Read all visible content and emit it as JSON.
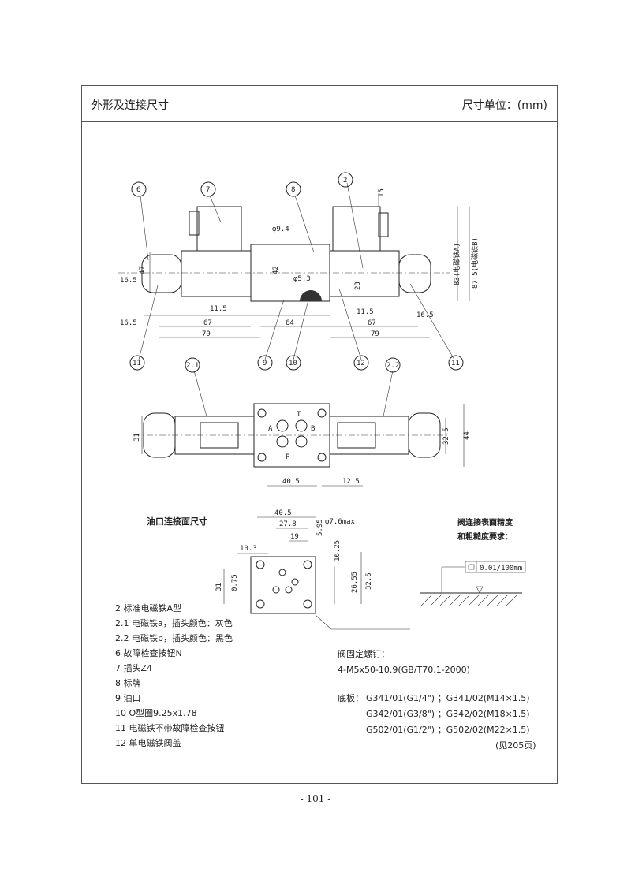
{
  "header": {
    "title": "外形及连接尺寸",
    "unit": "尺寸单位：(mm)"
  },
  "drawing": {
    "callouts": [
      "6",
      "7",
      "8",
      "2",
      "11",
      "9",
      "10",
      "12",
      "11",
      "2.1",
      "2.2"
    ],
    "dims_top": [
      "φ9.4",
      "47",
      "16.5",
      "42",
      "φ5.3",
      "23",
      "15",
      "83(电磁铁A)",
      "87.5(电磁铁B)",
      "11.5",
      "11.5",
      "16.5",
      "67",
      "64",
      "67",
      "16.5",
      "79",
      "79"
    ],
    "dims_mid": [
      "31",
      "32.5",
      "44",
      "40.5",
      "12.5"
    ],
    "port_labels": [
      "A",
      "B",
      "T",
      "P"
    ],
    "face_title": "油口连接面尺寸",
    "dims_face": [
      "40.5",
      "27.8",
      "19",
      "5.95",
      "φ7.6max",
      "10.3",
      "16.25",
      "31",
      "0.75",
      "26.55",
      "32.5"
    ],
    "surface_title": "阀连接表面精度",
    "surface_title2": "和粗糙度要求：",
    "surface_spec": "0.01/100mm"
  },
  "legend": [
    "2 标准电磁铁A型",
    "2.1 电磁铁a，插头颜色：灰色",
    "2.2 电磁铁b，插头颜色：黑色",
    "6 故障检查按钮N",
    "7 插头Z4",
    "8 标牌",
    "9 油口",
    "10 O型圈9.25x1.78",
    "11 电磁铁不带故障检查按钮",
    "12 单电磁铁阀盖"
  ],
  "notes": {
    "screws_label": "阀固定螺钉：",
    "screws_value": "4-M5x50-10.9(GB/T70.1-2000)",
    "base_label": "底板：",
    "base_lines": [
      "G341/01(G1/4\") ；G341/02(M14×1.5)",
      "G342/01(G3/8\") ；G342/02(M18×1.5)",
      "G502/01(G1/2\") ；G502/02(M22×1.5)"
    ],
    "see_page": "(见205页)"
  },
  "page_number": "- 101 -"
}
